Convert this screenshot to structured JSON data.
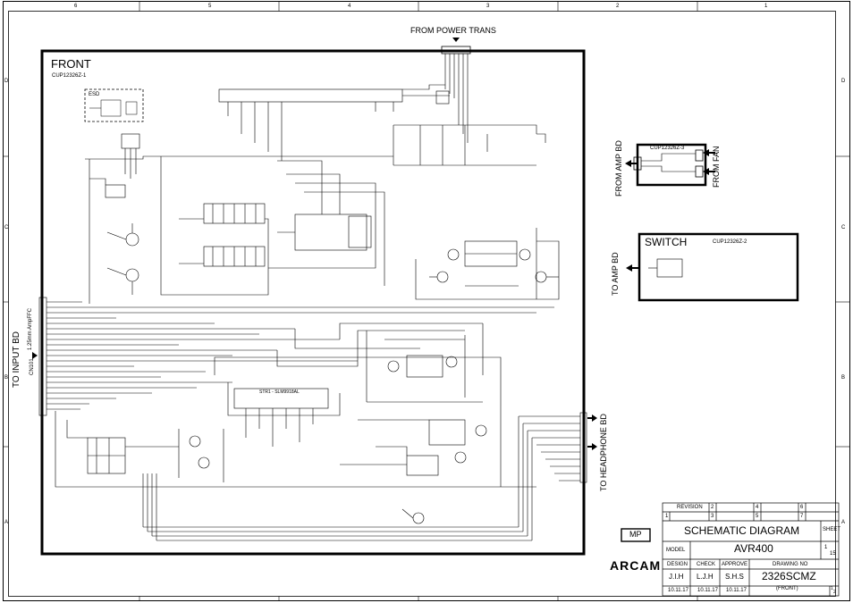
{
  "border": {
    "columns": [
      "6",
      "5",
      "4",
      "3",
      "2",
      "1"
    ],
    "rows": [
      "D",
      "C",
      "B",
      "A"
    ]
  },
  "blocks": {
    "front": {
      "title": "FRONT",
      "part": "CUP12326Z-1"
    },
    "esd": {
      "label": "ESD"
    },
    "fan_board": {
      "part": "CUP12326Z-3"
    },
    "switch": {
      "title": "SWITCH",
      "part": "CUP12326Z-2"
    },
    "ic_label": "STR1 - SLM9918AL"
  },
  "connectors": {
    "from_power_trans": "FROM POWER TRANS",
    "to_input_bd": "TO INPUT BD",
    "to_input_sub": "1.25mm AmpFFC",
    "cn101": "CN101",
    "from_amp_bd": "FROM AMP BD",
    "from_fan": "FROM FAN",
    "to_amp_bd": "TO AMP BD",
    "to_headphone_bd": "TO HEADPHONE BD"
  },
  "title_block": {
    "revision_label": "REVISION",
    "revision_numbers": [
      "1",
      "2",
      "3",
      "4",
      "5",
      "6",
      "7"
    ],
    "mp": "MP",
    "title": "SCHEMATIC DIAGRAM",
    "sheet_label": "SHEET",
    "sheet_no": "1",
    "sheet_total": "15",
    "model_label": "MODEL",
    "model": "AVR400",
    "brand": "ARCAM",
    "design_label": "DESIGN",
    "check_label": "CHECK",
    "approve_label": "APPROVE",
    "drawing_no_label": "DRAWING NO",
    "design": "J.I.H",
    "check": "L.J.H",
    "approve": "S.H.S",
    "drawing_no": "2326SCMZ",
    "date_design": "10.11.17",
    "date_check": "10.11.17",
    "date_approve": "10.11.17",
    "drawing_sub": "(FRONT)",
    "page_a": "1",
    "page_b": "2"
  }
}
